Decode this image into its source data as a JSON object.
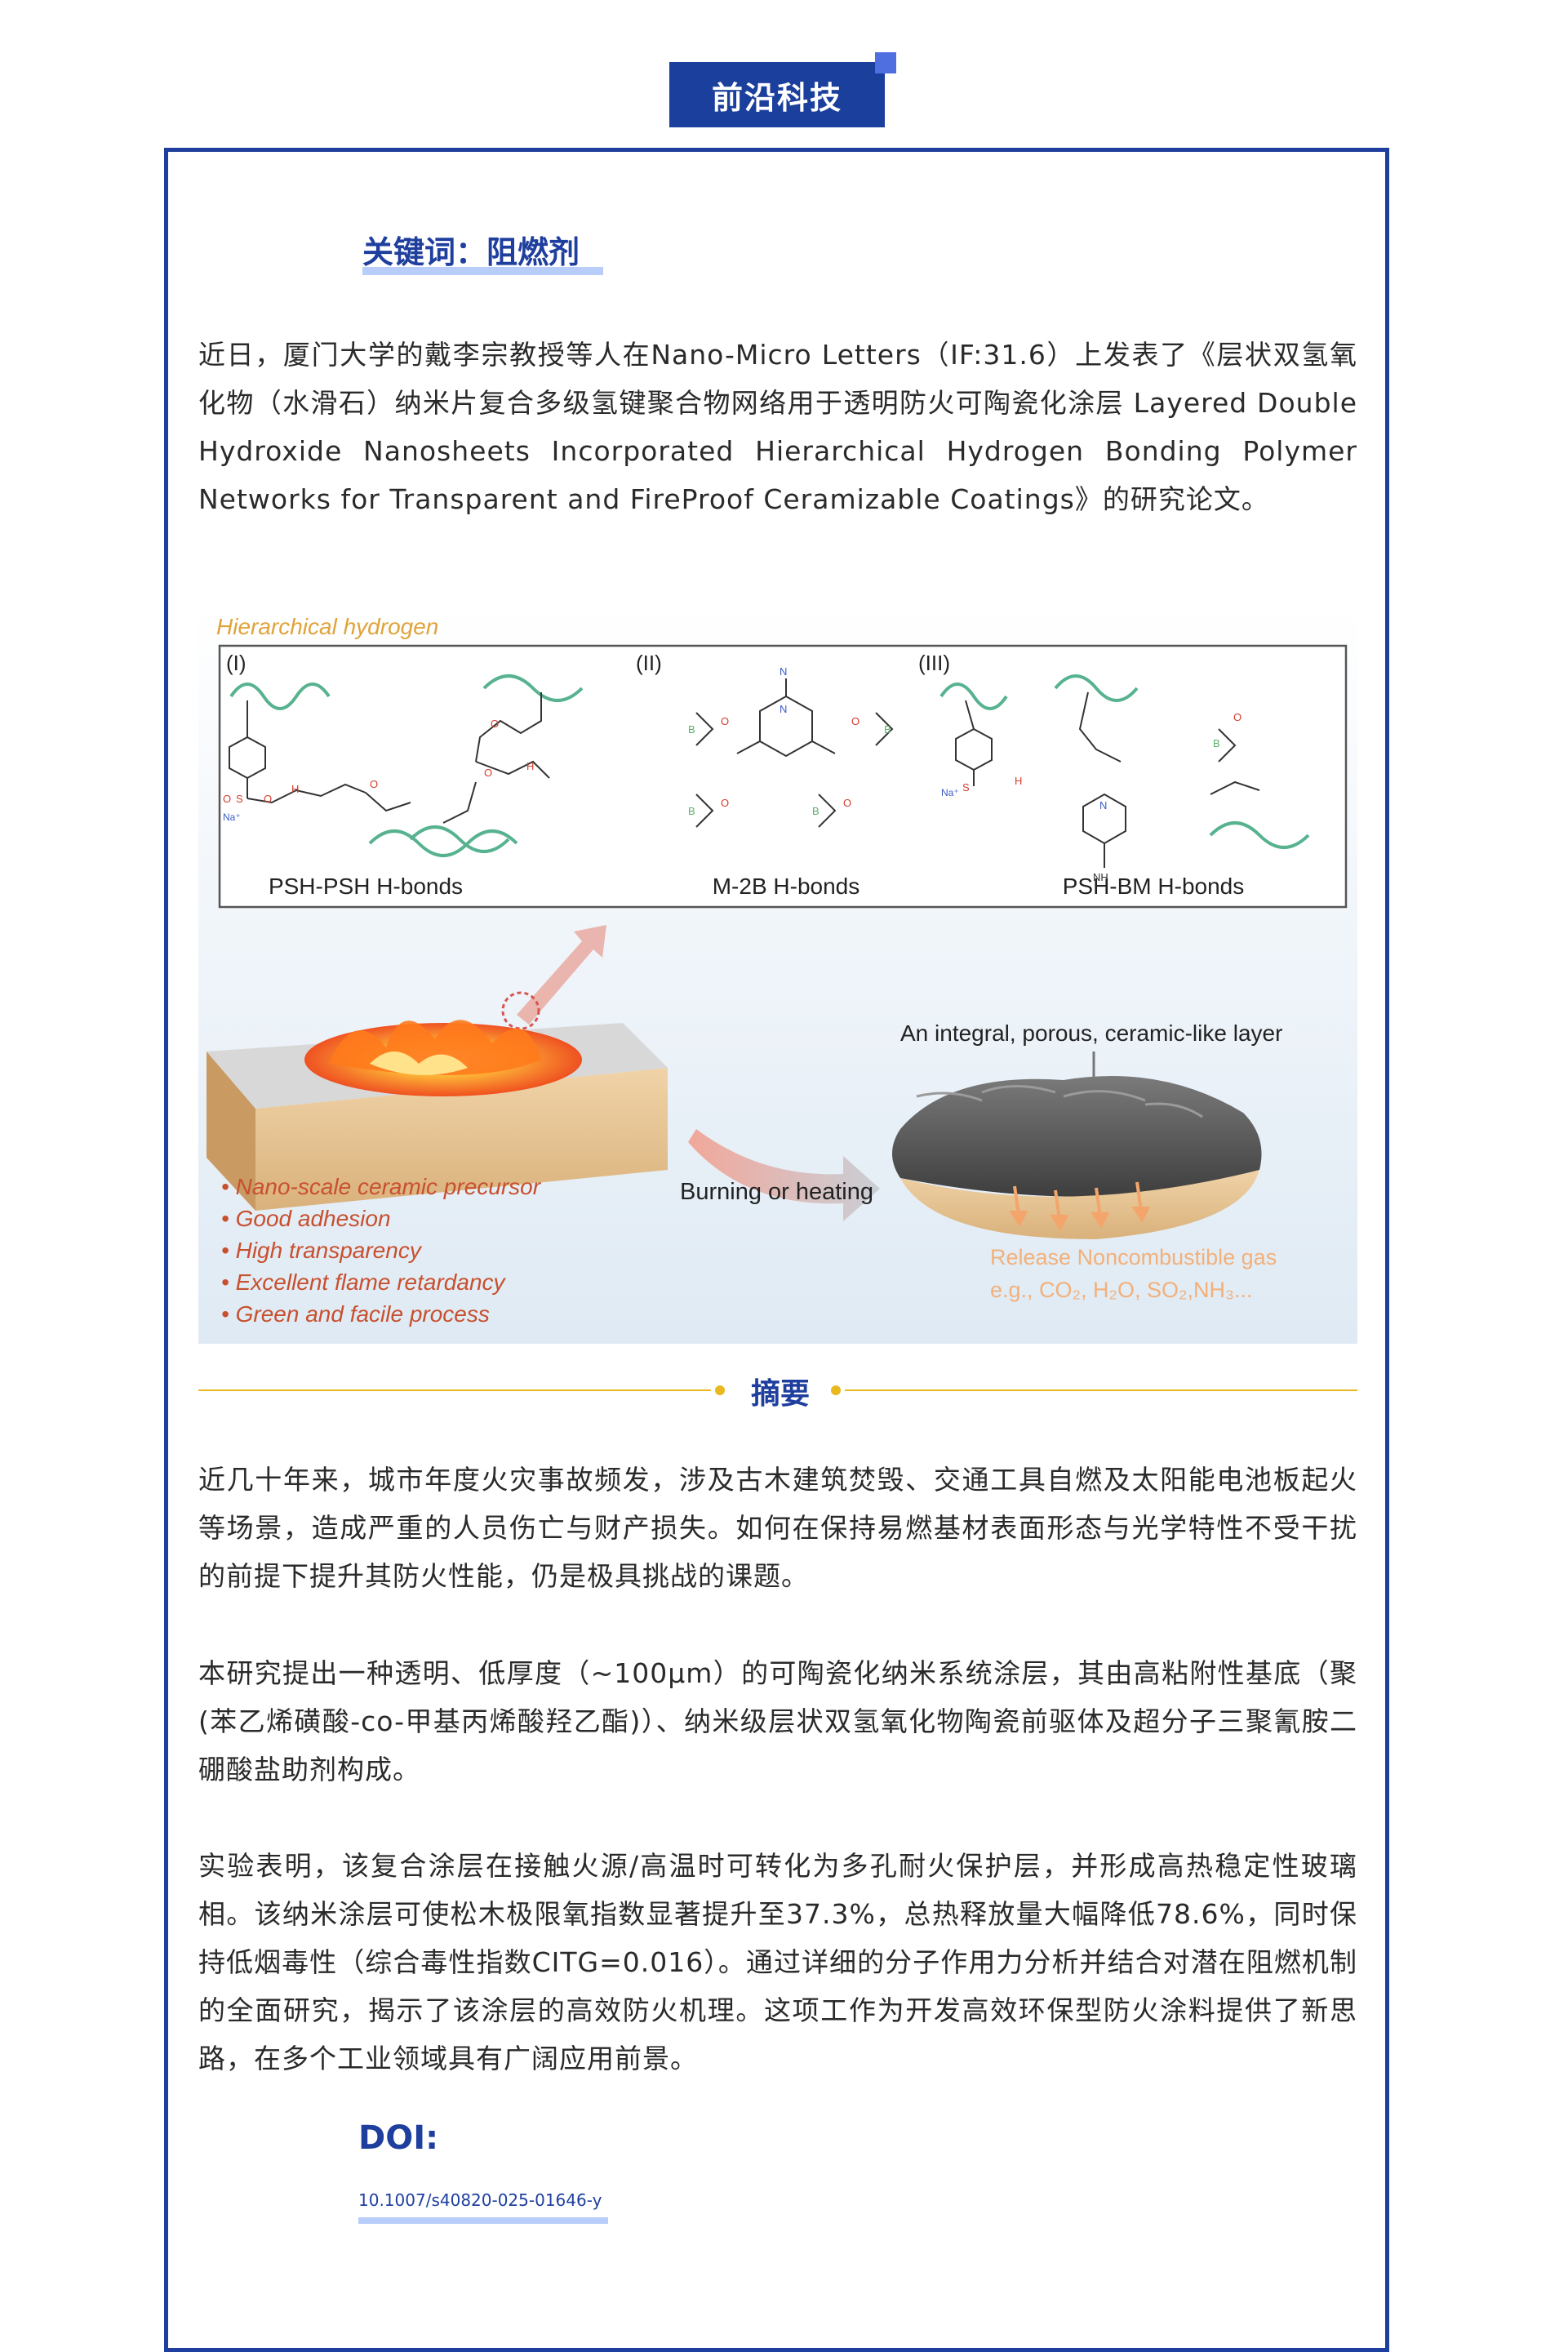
{
  "header": {
    "badge": "前沿科技"
  },
  "keyword": "关键词：阻燃剂",
  "intro": "近日，厦门大学的戴李宗教授等人在Nano-Micro Letters（IF:31.6）上发表了《层状双氢氧化物（水滑石）纳米片复合多级氢键聚合物网络用于透明防火可陶瓷化涂层 Layered Double Hydroxide Nanosheets Incorporated Hierarchical Hydrogen Bonding Polymer Networks for Transparent and FireProof Ceramizable Coatings》的研究论文。",
  "figure": {
    "panel_title": "Hierarchical hydrogen",
    "panels": [
      {
        "num": "(I)",
        "caption": "PSH-PSH H-bonds"
      },
      {
        "num": "(II)",
        "caption": "M-2B H-bonds"
      },
      {
        "num": "(III)",
        "caption": "PSH-BM H-bonds"
      }
    ],
    "atoms": {
      "n": "N",
      "h": "H",
      "o": "O",
      "b": "B",
      "s": "S",
      "na": "Na⁺",
      "nh": "NH"
    },
    "layer_label": "An integral, porous, ceramic-like layer",
    "process_label": "Burning or heating",
    "features": [
      "Nano-scale ceramic precursor",
      "Good adhesion",
      "High transparency",
      "Excellent flame retardancy",
      "Green and facile process"
    ],
    "gas_line1": "Release Noncombustible gas",
    "gas_line2": "e.g., CO₂, H₂O, SO₂,NH₃...",
    "colors": {
      "accent": "#1f3f9f",
      "feature_text": "#c8502e",
      "gas_text": "#f2b07a"
    }
  },
  "abstract": {
    "heading": "摘要",
    "paragraphs": [
      "近几十年来，城市年度火灾事故频发，涉及古木建筑焚毁、交通工具自燃及太阳能电池板起火等场景，造成严重的人员伤亡与财产损失。如何在保持易燃基材表面形态与光学特性不受干扰的前提下提升其防火性能，仍是极具挑战的课题。",
      "本研究提出一种透明、低厚度（~100μm）的可陶瓷化纳米系统涂层，其由高粘附性基底（聚(苯乙烯磺酸-co-甲基丙烯酸羟乙酯)）、纳米级层状双氢氧化物陶瓷前驱体及超分子三聚氰胺二硼酸盐助剂构成。",
      "实验表明，该复合涂层在接触火源/高温时可转化为多孔耐火保护层，并形成高热稳定性玻璃相。该纳米涂层可使松木极限氧指数显著提升至37.3%，总热释放量大幅降低78.6%，同时保持低烟毒性（综合毒性指数CITG=0.016）。通过详细的分子作用力分析并结合对潜在阻燃机制的全面研究，揭示了该涂层的高效防火机理。这项工作为开发高效环保型防火涂料提供了新思路，在多个工业领域具有广阔应用前景。"
    ]
  },
  "doi": {
    "label": "DOI:",
    "value": "10.1007/s40820-025-01646-y"
  }
}
